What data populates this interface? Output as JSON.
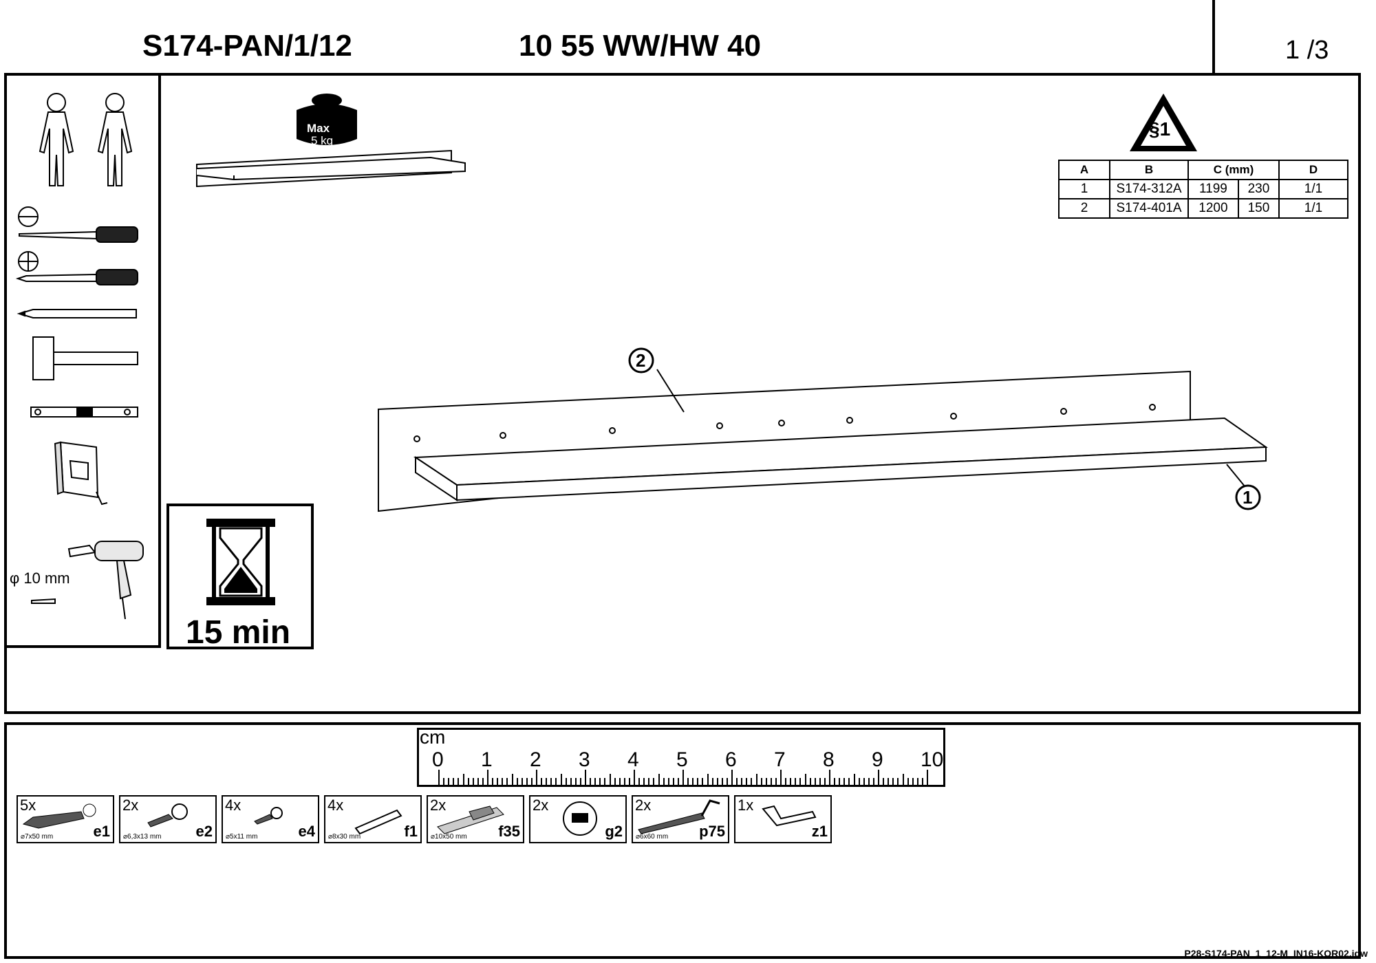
{
  "header": {
    "model_code": "S174-PAN/1/12",
    "product_code": "10 55 WW/HW 40",
    "page": "1 /3"
  },
  "weight_limit": {
    "max_label": "Max",
    "value_label": "5 kg"
  },
  "warning_sign": {
    "symbol": "§1"
  },
  "tools": {
    "drill_bit": "φ 10 mm",
    "time": "15 min"
  },
  "parts_table": {
    "headers": [
      "A",
      "B",
      "C (mm)",
      "D"
    ],
    "rows": [
      {
        "a": "1",
        "b": "S174-312A",
        "c1": "1199",
        "c2": "230",
        "d": "1/1"
      },
      {
        "a": "2",
        "b": "S174-401A",
        "c1": "1200",
        "c2": "150",
        "d": "1/1"
      }
    ]
  },
  "callouts": [
    "1",
    "2"
  ],
  "ruler": {
    "unit": "cm",
    "ticks": [
      "0",
      "1",
      "2",
      "3",
      "4",
      "5",
      "6",
      "7",
      "8",
      "9",
      "10"
    ]
  },
  "hardware": [
    {
      "qty": "5x",
      "size": "⌀7x50 mm",
      "code": "e1",
      "icon": "wall-plug-icon"
    },
    {
      "qty": "2x",
      "size": "⌀6,3x13 mm",
      "code": "e2",
      "icon": "short-screw-icon"
    },
    {
      "qty": "4x",
      "size": "⌀5x11 mm",
      "code": "e4",
      "icon": "small-screw-icon"
    },
    {
      "qty": "4x",
      "size": "⌀8x30 mm",
      "code": "f1",
      "icon": "wooden-dowel-icon"
    },
    {
      "qty": "2x",
      "size": "⌀10x50 mm",
      "code": "f35",
      "icon": "expansion-anchor-icon"
    },
    {
      "qty": "2x",
      "size": "",
      "code": "g2",
      "icon": "cam-lock-icon"
    },
    {
      "qty": "2x",
      "size": "⌀6x60 mm",
      "code": "p75",
      "icon": "hook-screw-icon"
    },
    {
      "qty": "1x",
      "size": "",
      "code": "z1",
      "icon": "allen-key-icon"
    }
  ],
  "footer": {
    "file_code": "P28-S174-PAN_1_12-M_IN16-KOR02.idw"
  }
}
